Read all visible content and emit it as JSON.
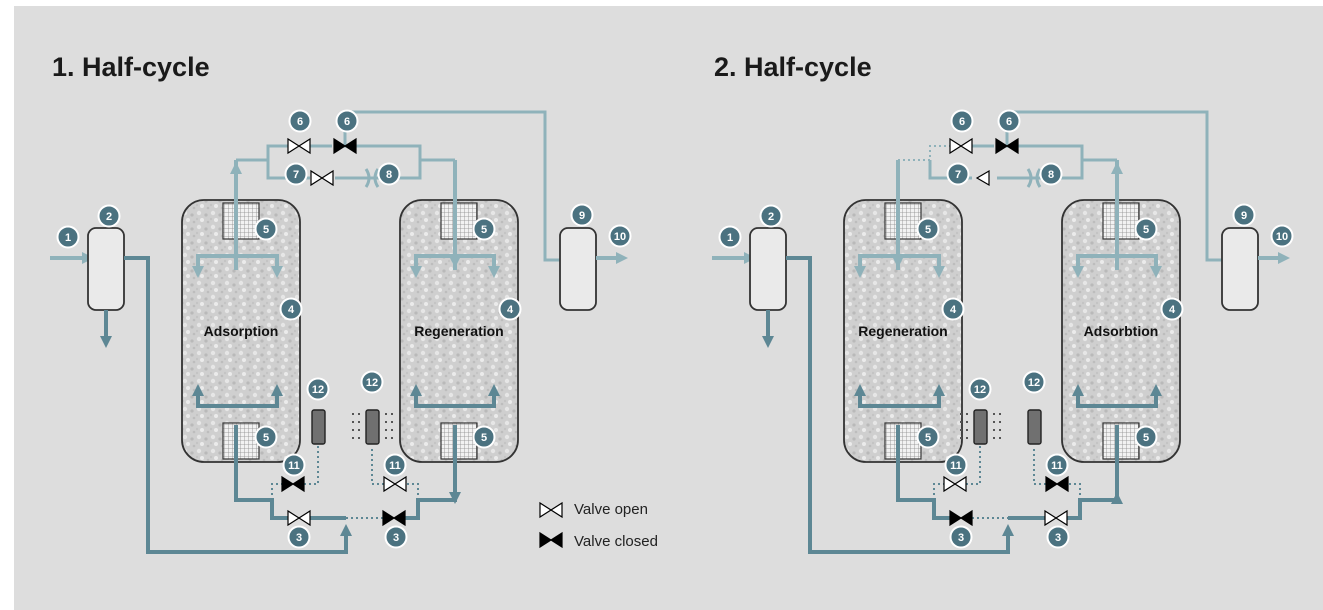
{
  "panels": [
    {
      "title": "1. Half-cycle",
      "left_label": "Adsorption",
      "right_label": "Regeneration"
    },
    {
      "title": "2. Half-cycle",
      "left_label": "Regeneration",
      "right_label": "Adsorbtion"
    }
  ],
  "badges": [
    "1",
    "2",
    "3",
    "4",
    "5",
    "6",
    "7",
    "8",
    "9",
    "10",
    "11",
    "12"
  ],
  "legend": {
    "open": "Valve open",
    "closed": "Valve closed"
  },
  "colors": {
    "background": "#dddddd",
    "pipe_upper": "#8fb2ba",
    "pipe_lower": "#5d8794",
    "badge": "#4b7280",
    "valve_closed": "#000000",
    "vessel_fill": "#d2d2d2",
    "vessel_outline": "#333333",
    "silencer": "#707070"
  }
}
